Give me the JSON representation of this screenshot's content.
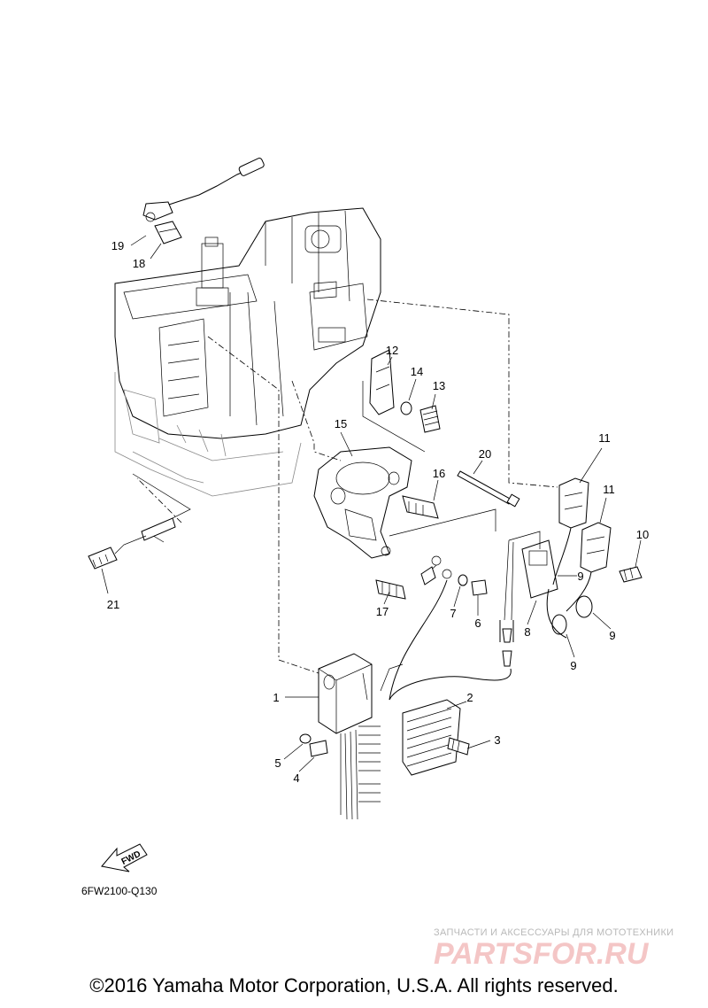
{
  "diagram": {
    "part_code": "6FW2100-Q130",
    "fwd_label": "FWD",
    "callouts": {
      "c1": "1",
      "c2": "2",
      "c3": "3",
      "c4": "4",
      "c5": "5",
      "c6": "6",
      "c7": "7",
      "c8": "8",
      "c9a": "9",
      "c9b": "9",
      "c9c": "9",
      "c10": "10",
      "c11a": "11",
      "c11b": "11",
      "c12": "12",
      "c13": "13",
      "c14": "14",
      "c15": "15",
      "c16": "16",
      "c17": "17",
      "c18": "18",
      "c19": "19",
      "c20": "20",
      "c21": "21"
    }
  },
  "watermark": {
    "tagline": "ЗАПЧАСТИ И АКСЕССУАРЫ ДЛЯ МОТОТЕХНИКИ",
    "brand": "PARTSFOR.RU"
  },
  "footer": {
    "copyright": "©2016 Yamaha Motor Corporation, U.S.A. All rights reserved."
  }
}
